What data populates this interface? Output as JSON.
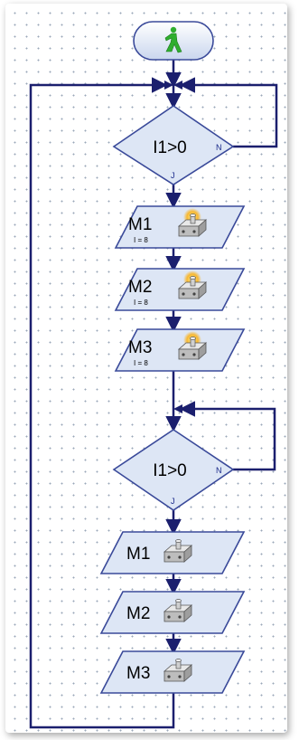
{
  "start": {
    "icon": "start-pedestrian-icon",
    "color": "#2fae2f"
  },
  "decisions": [
    {
      "label": "I1>0",
      "no_label": "N",
      "yes_label": "J"
    },
    {
      "label": "I1>0",
      "no_label": "N",
      "yes_label": "J"
    }
  ],
  "motors_on": [
    {
      "label": "M1",
      "param": "I = 8",
      "icon": "motor-lamp-on-icon"
    },
    {
      "label": "M2",
      "param": "I = 8",
      "icon": "motor-lamp-on-icon"
    },
    {
      "label": "M3",
      "param": "I = 8",
      "icon": "motor-lamp-on-icon"
    }
  ],
  "motors_off": [
    {
      "label": "M1",
      "icon": "motor-off-icon"
    },
    {
      "label": "M2",
      "icon": "motor-off-icon"
    },
    {
      "label": "M3",
      "icon": "motor-off-icon"
    }
  ],
  "colors": {
    "line": "#1b1f6e",
    "shape_fill": "#dde6f5",
    "shape_border": "#3a4a9a",
    "lamp": "#f4b400"
  }
}
